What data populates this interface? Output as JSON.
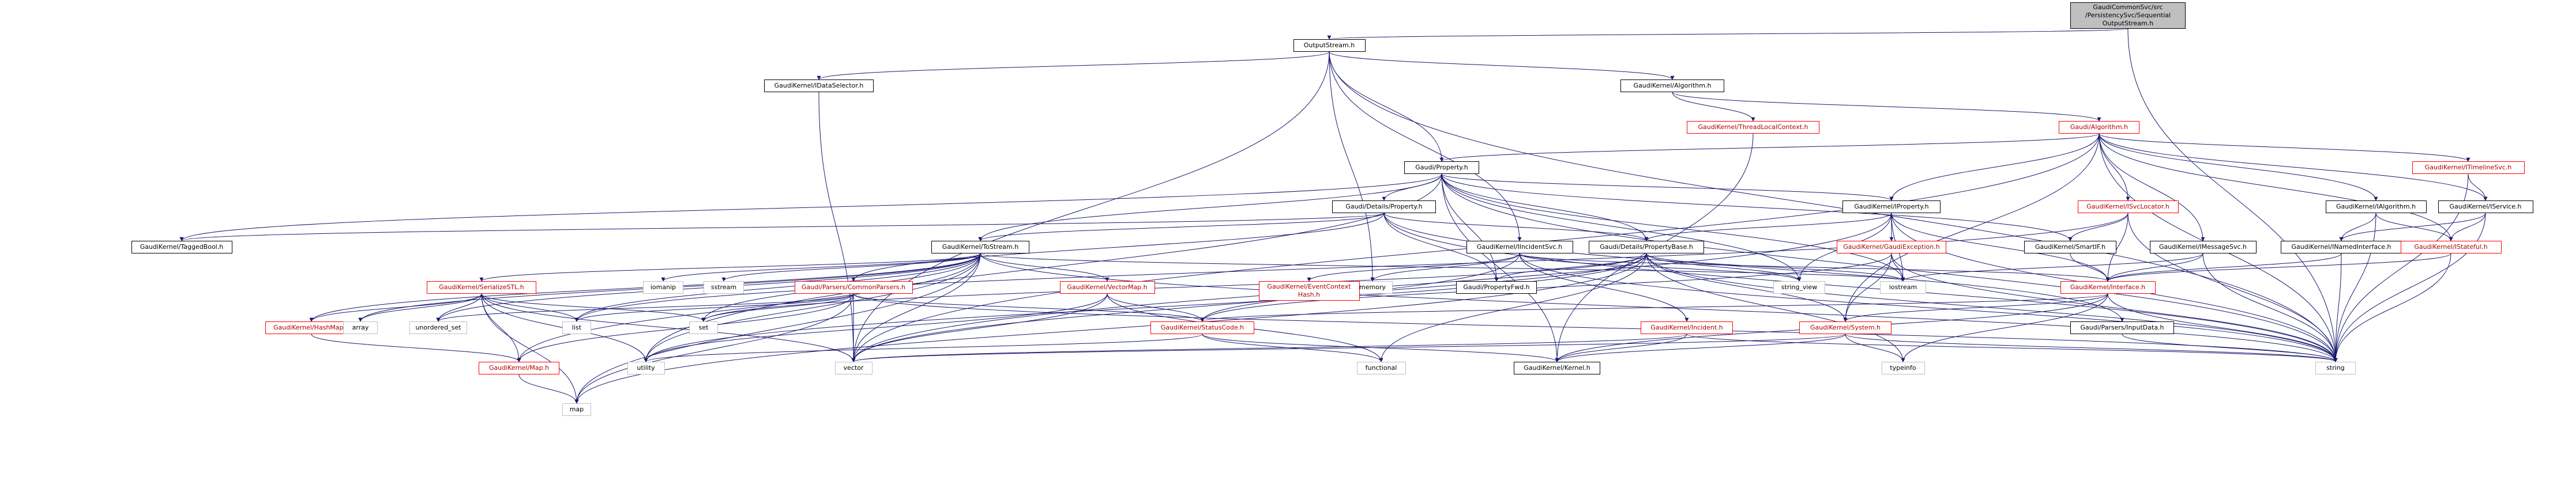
{
  "nodes": [
    {
      "id": "root",
      "label": "GaudiCommonSvc/src\n/PersistencySvc/Sequential\nOutputStream.h",
      "style": "root"
    },
    {
      "id": "outputstream",
      "label": "OutputStream.h",
      "style": "normal"
    },
    {
      "id": "idataselector",
      "label": "GaudiKernel/IDataSelector.h",
      "style": "normal"
    },
    {
      "id": "gk-algorithm",
      "label": "GaudiKernel/Algorithm.h",
      "style": "normal"
    },
    {
      "id": "threadlocalcontext",
      "label": "GaudiKernel/ThreadLocalContext.h",
      "style": "red"
    },
    {
      "id": "gaudi-algorithm",
      "label": "Gaudi/Algorithm.h",
      "style": "red"
    },
    {
      "id": "gaudi-property",
      "label": "Gaudi/Property.h",
      "style": "normal"
    },
    {
      "id": "details-property",
      "label": "Gaudi/Details/Property.h",
      "style": "normal"
    },
    {
      "id": "taggedbool",
      "label": "GaudiKernel/TaggedBool.h",
      "style": "normal"
    },
    {
      "id": "tostream",
      "label": "GaudiKernel/ToStream.h",
      "style": "normal"
    },
    {
      "id": "iproperty",
      "label": "GaudiKernel/IProperty.h",
      "style": "normal"
    },
    {
      "id": "isvclocator",
      "label": "GaudiKernel/ISvcLocator.h",
      "style": "red"
    },
    {
      "id": "ialgorithm",
      "label": "GaudiKernel/IAlgorithm.h",
      "style": "normal"
    },
    {
      "id": "iservice",
      "label": "GaudiKernel/IService.h",
      "style": "normal"
    },
    {
      "id": "itimelinesvc",
      "label": "GaudiKernel/ITimelineSvc.h",
      "style": "red"
    },
    {
      "id": "iincidentsvc",
      "label": "GaudiKernel/IIncidentSvc.h",
      "style": "normal"
    },
    {
      "id": "propertybase",
      "label": "Gaudi/Details/PropertyBase.h",
      "style": "normal"
    },
    {
      "id": "gaudiexception",
      "label": "GaudiKernel/GaudiException.h",
      "style": "red"
    },
    {
      "id": "smartif",
      "label": "GaudiKernel/SmartIF.h",
      "style": "normal"
    },
    {
      "id": "imessagesvc",
      "label": "GaudiKernel/IMessageSvc.h",
      "style": "normal"
    },
    {
      "id": "inamedinterface",
      "label": "GaudiKernel/INamedInterface.h",
      "style": "normal"
    },
    {
      "id": "istateful",
      "label": "GaudiKernel/IStateful.h",
      "style": "red"
    },
    {
      "id": "serializestl",
      "label": "GaudiKernel/SerializeSTL.h",
      "style": "red"
    },
    {
      "id": "iomanip",
      "label": "iomanip",
      "style": "grey"
    },
    {
      "id": "sstream",
      "label": "sstream",
      "style": "grey"
    },
    {
      "id": "commonparsers",
      "label": "Gaudi/Parsers/CommonParsers.h",
      "style": "red"
    },
    {
      "id": "vectormap",
      "label": "GaudiKernel/VectorMap.h",
      "style": "red"
    },
    {
      "id": "memory",
      "label": "memory",
      "style": "grey"
    },
    {
      "id": "eventcontexthash",
      "label": "GaudiKernel/EventContext\nHash.h",
      "style": "red"
    },
    {
      "id": "propertyfwd",
      "label": "Gaudi/PropertyFwd.h",
      "style": "normal"
    },
    {
      "id": "incident",
      "label": "GaudiKernel/Incident.h",
      "style": "red"
    },
    {
      "id": "string-view",
      "label": "string_view",
      "style": "grey"
    },
    {
      "id": "iostream",
      "label": "iostream",
      "style": "grey"
    },
    {
      "id": "interface",
      "label": "GaudiKernel/Interface.h",
      "style": "red"
    },
    {
      "id": "system",
      "label": "GaudiKernel/System.h",
      "style": "red"
    },
    {
      "id": "inputdata",
      "label": "Gaudi/Parsers/InputData.h",
      "style": "normal"
    },
    {
      "id": "hashmap",
      "label": "GaudiKernel/HashMap.h",
      "style": "red"
    },
    {
      "id": "array",
      "label": "array",
      "style": "grey"
    },
    {
      "id": "gk-map",
      "label": "GaudiKernel/Map.h",
      "style": "red"
    },
    {
      "id": "unordered-set",
      "label": "unordered_set",
      "style": "grey"
    },
    {
      "id": "list",
      "label": "list",
      "style": "grey"
    },
    {
      "id": "set",
      "label": "set",
      "style": "grey"
    },
    {
      "id": "utility",
      "label": "utility",
      "style": "grey"
    },
    {
      "id": "vector",
      "label": "vector",
      "style": "grey"
    },
    {
      "id": "map",
      "label": "map",
      "style": "grey"
    },
    {
      "id": "statuscode",
      "label": "GaudiKernel/StatusCode.h",
      "style": "red"
    },
    {
      "id": "functional",
      "label": "functional",
      "style": "grey"
    },
    {
      "id": "kernel",
      "label": "GaudiKernel/Kernel.h",
      "style": "normal"
    },
    {
      "id": "typeinfo",
      "label": "typeinfo",
      "style": "grey"
    },
    {
      "id": "string",
      "label": "string",
      "style": "grey"
    }
  ],
  "edges": [
    [
      "root",
      "outputstream"
    ],
    [
      "root",
      "string"
    ],
    [
      "outputstream",
      "idataselector"
    ],
    [
      "outputstream",
      "gk-algorithm"
    ],
    [
      "outputstream",
      "gaudi-property"
    ],
    [
      "outputstream",
      "iincidentsvc"
    ],
    [
      "outputstream",
      "memory"
    ],
    [
      "outputstream",
      "string"
    ],
    [
      "outputstream",
      "vector"
    ],
    [
      "idataselector",
      "vector"
    ],
    [
      "gk-algorithm",
      "threadlocalcontext"
    ],
    [
      "gk-algorithm",
      "gaudi-algorithm"
    ],
    [
      "threadlocalcontext",
      "kernel"
    ],
    [
      "gaudi-algorithm",
      "gaudi-property"
    ],
    [
      "gaudi-algorithm",
      "iproperty"
    ],
    [
      "gaudi-algorithm",
      "isvclocator"
    ],
    [
      "gaudi-algorithm",
      "ialgorithm"
    ],
    [
      "gaudi-algorithm",
      "iservice"
    ],
    [
      "gaudi-algorithm",
      "itimelinesvc"
    ],
    [
      "gaudi-algorithm",
      "imessagesvc"
    ],
    [
      "gaudi-algorithm",
      "istateful"
    ],
    [
      "gaudi-algorithm",
      "system"
    ],
    [
      "gaudi-algorithm",
      "string"
    ],
    [
      "gaudi-algorithm",
      "vector"
    ],
    [
      "gaudi-property",
      "details-property"
    ],
    [
      "gaudi-property",
      "propertybase"
    ],
    [
      "gaudi-property",
      "propertyfwd"
    ],
    [
      "gaudi-property",
      "taggedbool"
    ],
    [
      "gaudi-property",
      "tostream"
    ],
    [
      "gaudi-property",
      "smartif"
    ],
    [
      "gaudi-property",
      "iproperty"
    ],
    [
      "gaudi-property",
      "string"
    ],
    [
      "gaudi-property",
      "string-view"
    ],
    [
      "gaudi-property",
      "utility"
    ],
    [
      "gaudi-property",
      "kernel"
    ],
    [
      "gaudi-property",
      "iostream"
    ],
    [
      "details-property",
      "commonparsers"
    ],
    [
      "details-property",
      "propertybase"
    ],
    [
      "details-property",
      "propertyfwd"
    ],
    [
      "details-property",
      "tostream"
    ],
    [
      "details-property",
      "taggedbool"
    ],
    [
      "details-property",
      "string"
    ],
    [
      "details-property",
      "inputdata"
    ],
    [
      "tostream",
      "serializestl"
    ],
    [
      "tostream",
      "iomanip"
    ],
    [
      "tostream",
      "sstream"
    ],
    [
      "tostream",
      "vectormap"
    ],
    [
      "tostream",
      "array"
    ],
    [
      "tostream",
      "list"
    ],
    [
      "tostream",
      "set"
    ],
    [
      "tostream",
      "map"
    ],
    [
      "tostream",
      "unordered-set"
    ],
    [
      "tostream",
      "vector"
    ],
    [
      "tostream",
      "utility"
    ],
    [
      "tostream",
      "string"
    ],
    [
      "tostream",
      "hashmap"
    ],
    [
      "tostream",
      "gk-map"
    ],
    [
      "tostream",
      "iostream"
    ],
    [
      "serializestl",
      "hashmap"
    ],
    [
      "serializestl",
      "gk-map"
    ],
    [
      "serializestl",
      "array"
    ],
    [
      "serializestl",
      "list"
    ],
    [
      "serializestl",
      "map"
    ],
    [
      "serializestl",
      "unordered-set"
    ],
    [
      "serializestl",
      "utility"
    ],
    [
      "serializestl",
      "vector"
    ],
    [
      "serializestl",
      "set"
    ],
    [
      "hashmap",
      "gk-map"
    ],
    [
      "gk-map",
      "map"
    ],
    [
      "commonparsers",
      "statuscode"
    ],
    [
      "commonparsers",
      "list"
    ],
    [
      "commonparsers",
      "set"
    ],
    [
      "commonparsers",
      "vector"
    ],
    [
      "commonparsers",
      "map"
    ],
    [
      "commonparsers",
      "string"
    ],
    [
      "commonparsers",
      "unordered-set"
    ],
    [
      "commonparsers",
      "gk-map"
    ],
    [
      "vectormap",
      "statuscode"
    ],
    [
      "vectormap",
      "functional"
    ],
    [
      "vectormap",
      "vector"
    ],
    [
      "vectormap",
      "utility"
    ],
    [
      "iproperty",
      "propertybase"
    ],
    [
      "iproperty",
      "gaudiexception"
    ],
    [
      "iproperty",
      "interface"
    ],
    [
      "iproperty",
      "string"
    ],
    [
      "iproperty",
      "string-view"
    ],
    [
      "iproperty",
      "iostream"
    ],
    [
      "iproperty",
      "vector"
    ],
    [
      "isvclocator",
      "smartif"
    ],
    [
      "isvclocator",
      "interface"
    ],
    [
      "isvclocator",
      "string"
    ],
    [
      "isvclocator",
      "list"
    ],
    [
      "ialgorithm",
      "inamedinterface"
    ],
    [
      "ialgorithm",
      "istateful"
    ],
    [
      "ialgorithm",
      "string"
    ],
    [
      "iservice",
      "inamedinterface"
    ],
    [
      "iservice",
      "istateful"
    ],
    [
      "iservice",
      "string"
    ],
    [
      "itimelinesvc",
      "iservice"
    ],
    [
      "itimelinesvc",
      "string"
    ],
    [
      "iincidentsvc",
      "incident"
    ],
    [
      "iincidentsvc",
      "interface"
    ],
    [
      "iincidentsvc",
      "eventcontexthash"
    ],
    [
      "iincidentsvc",
      "memory"
    ],
    [
      "iincidentsvc",
      "string"
    ],
    [
      "iincidentsvc",
      "string-view"
    ],
    [
      "iincidentsvc",
      "vector"
    ],
    [
      "propertybase",
      "propertyfwd"
    ],
    [
      "propertybase",
      "statuscode"
    ],
    [
      "propertybase",
      "string"
    ],
    [
      "propertybase",
      "string-view"
    ],
    [
      "propertybase",
      "iostream"
    ],
    [
      "propertybase",
      "functional"
    ],
    [
      "propertybase",
      "typeinfo"
    ],
    [
      "propertybase",
      "set"
    ],
    [
      "propertybase",
      "map"
    ],
    [
      "propertybase",
      "utility"
    ],
    [
      "propertybase",
      "system"
    ],
    [
      "gaudiexception",
      "statuscode"
    ],
    [
      "gaudiexception",
      "system"
    ],
    [
      "gaudiexception",
      "string"
    ],
    [
      "gaudiexception",
      "iostream"
    ],
    [
      "smartif",
      "interface"
    ],
    [
      "imessagesvc",
      "interface"
    ],
    [
      "imessagesvc",
      "string"
    ],
    [
      "imessagesvc",
      "iostream"
    ],
    [
      "inamedinterface",
      "interface"
    ],
    [
      "inamedinterface",
      "string"
    ],
    [
      "istateful",
      "interface"
    ],
    [
      "istateful",
      "string"
    ],
    [
      "interface",
      "statuscode"
    ],
    [
      "interface",
      "system"
    ],
    [
      "interface",
      "kernel"
    ],
    [
      "interface",
      "typeinfo"
    ],
    [
      "interface",
      "string"
    ],
    [
      "system",
      "kernel"
    ],
    [
      "system",
      "typeinfo"
    ],
    [
      "system",
      "string"
    ],
    [
      "system",
      "vector"
    ],
    [
      "statuscode",
      "kernel"
    ],
    [
      "statuscode",
      "functional"
    ],
    [
      "statuscode",
      "utility"
    ],
    [
      "incident",
      "kernel"
    ],
    [
      "incident",
      "string"
    ],
    [
      "incident",
      "vector"
    ],
    [
      "inputdata",
      "string"
    ]
  ],
  "colors": {
    "edge": "#191970",
    "root_fill": "#bfbfbf",
    "red_border": "#ff0000",
    "grey_border": "#bfbfbf"
  }
}
